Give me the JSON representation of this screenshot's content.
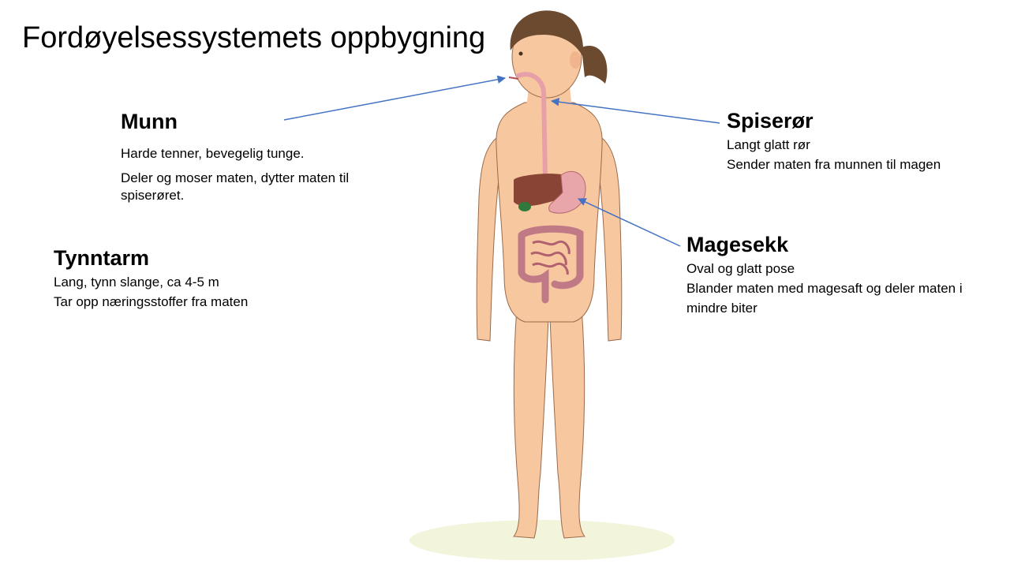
{
  "title": "Fordøyelsessystemets oppbygning",
  "labels": {
    "munn": {
      "heading": "Munn",
      "lines": [
        "Harde tenner, bevegelig tunge.",
        "Deler og moser maten, dytter maten til spiserøret."
      ]
    },
    "tynntarm": {
      "heading": "Tynntarm",
      "lines": [
        "Lang, tynn slange, ca 4-5 m",
        "Tar opp næringsstoffer fra maten"
      ]
    },
    "spiseror": {
      "heading": "Spiserør",
      "lines": [
        "Langt glatt rør",
        "Sender maten fra munnen til magen"
      ]
    },
    "magesekk": {
      "heading": "Magesekk",
      "lines": [
        "Oval og glatt pose",
        "Blander maten med magesaft og deler maten i mindre biter"
      ]
    }
  },
  "colors": {
    "skin": "#f7c7a0",
    "skin_outline": "#9a6a4a",
    "hair": "#6b4a30",
    "esophagus": "#e8a0a8",
    "liver": "#8a4436",
    "stomach": "#e8a6ab",
    "gallbladder": "#2f7a3a",
    "intestine": "#c07a86",
    "arrow": "#4472c4"
  }
}
